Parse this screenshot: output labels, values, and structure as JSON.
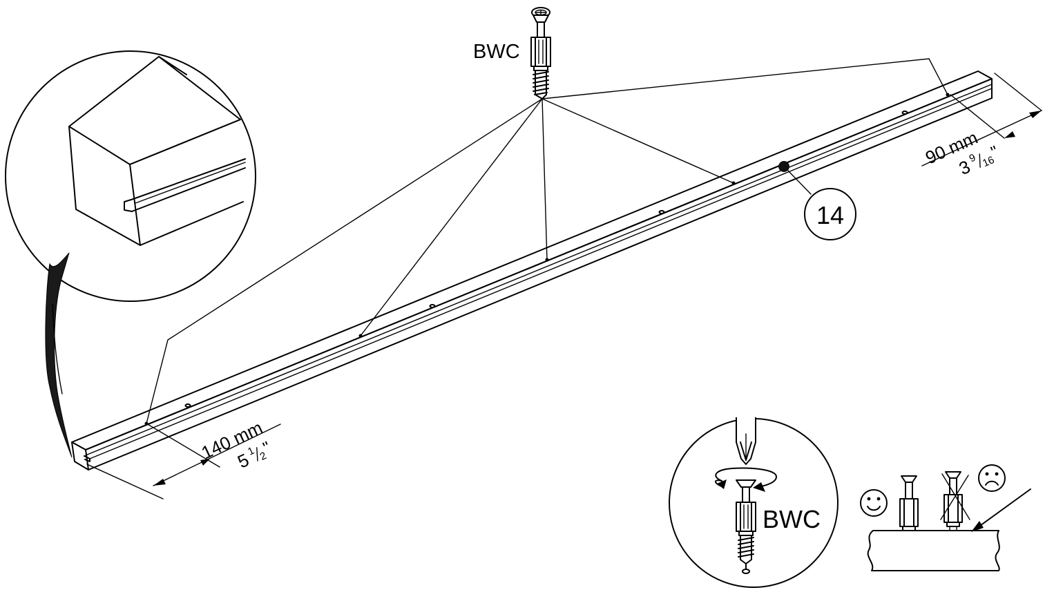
{
  "hardware": {
    "top_label": "BWC",
    "detail_label": "BWC"
  },
  "part": {
    "number": "14"
  },
  "dimensions": {
    "left_mm": "140 mm",
    "left_in_whole": "5",
    "left_in_num": "1",
    "left_in_den": "2",
    "right_mm": "90 mm",
    "right_in_whole": "3",
    "right_in_num": "9",
    "right_in_den": "16",
    "inch_mark": "\""
  },
  "icons": {
    "good": "smiley-face-icon",
    "bad": "frowning-face-icon",
    "rotate": "rotate-arrow-icon",
    "screwdriver": "screwdriver-icon"
  },
  "colors": {
    "line": "#000000",
    "background": "#ffffff"
  }
}
